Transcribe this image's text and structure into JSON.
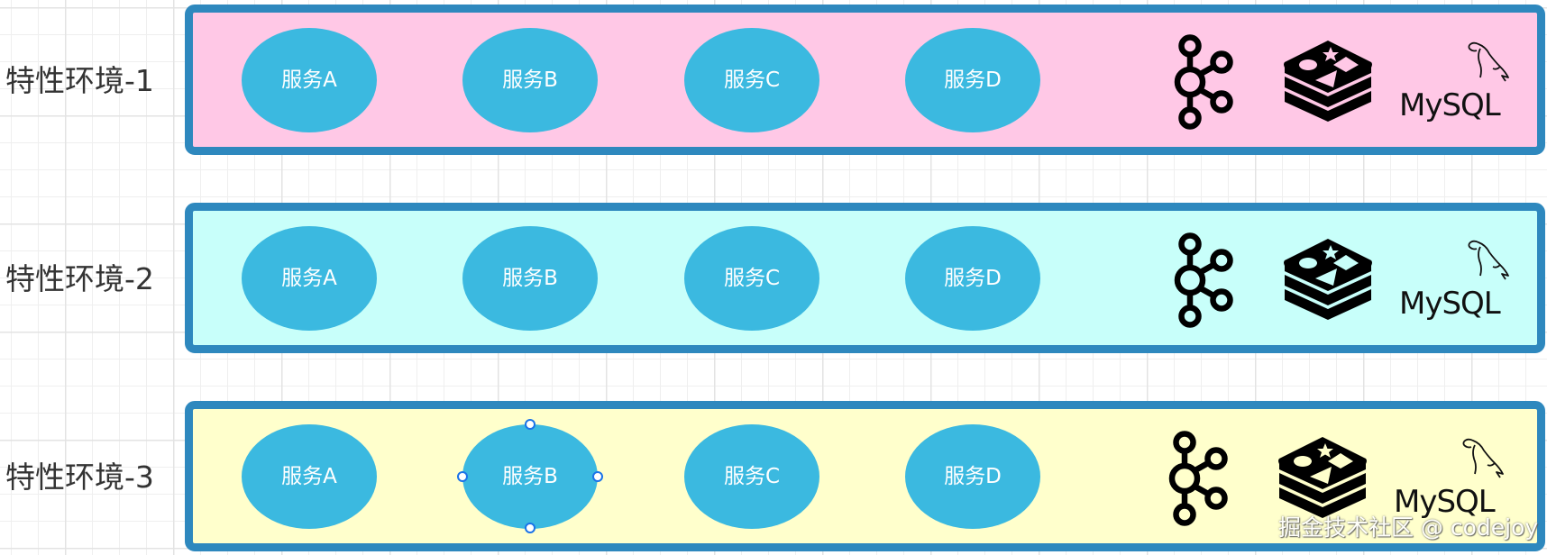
{
  "diagram": {
    "colors": {
      "border": "#2e88be",
      "service_fill": "#3bb9e0",
      "service_text": "#ffffff",
      "selection_handle": "#1a73e8"
    },
    "environments": [
      {
        "label": "特性环境-1",
        "fill": "#ffc8e6",
        "services": [
          "服务A",
          "服务B",
          "服务C",
          "服务D"
        ],
        "middleware": [
          "kafka-icon",
          "redis-icon",
          "mysql-logo"
        ],
        "mysql_label": "MySQL"
      },
      {
        "label": "特性环境-2",
        "fill": "#c8fffa",
        "services": [
          "服务A",
          "服务B",
          "服务C",
          "服务D"
        ],
        "middleware": [
          "kafka-icon",
          "redis-icon",
          "mysql-logo"
        ],
        "mysql_label": "MySQL"
      },
      {
        "label": "特性环境-3",
        "fill": "#ffffcc",
        "services": [
          "服务A",
          "服务B",
          "服务C",
          "服务D"
        ],
        "middleware": [
          "kafka-icon",
          "redis-icon",
          "mysql-logo"
        ],
        "mysql_label": "MySQL",
        "selected_service": "服务B"
      }
    ]
  },
  "watermark": "掘金技术社区 @ codejoy"
}
